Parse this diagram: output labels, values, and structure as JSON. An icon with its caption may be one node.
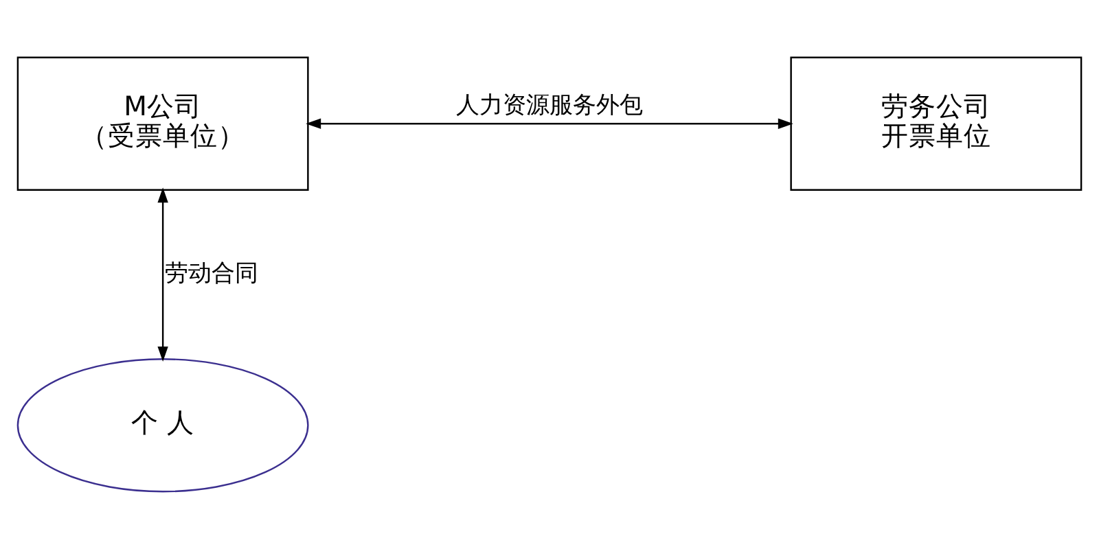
{
  "diagram": {
    "nodes": [
      {
        "text": [
          "M公司",
          "（受票单位）"
        ]
      },
      {
        "text": [
          "劳务公司",
          "开票单位"
        ]
      },
      {
        "text": [
          "个 人"
        ]
      }
    ],
    "edges": [
      {
        "from": 0,
        "to": 1,
        "arrow": "both",
        "label": "人力资源服务外包"
      },
      {
        "from": 0,
        "to": 2,
        "arrow": "both",
        "label": "劳动合同"
      }
    ]
  }
}
